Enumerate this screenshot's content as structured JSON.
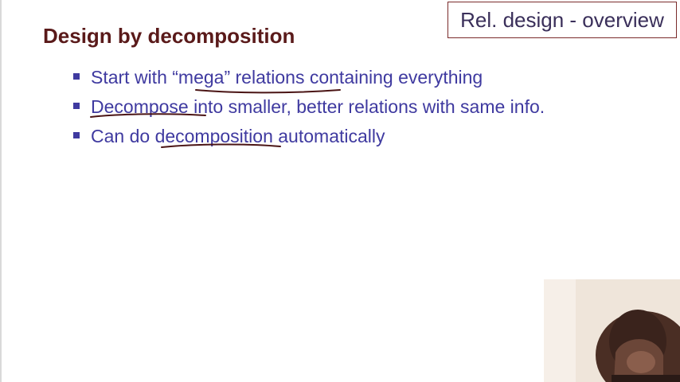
{
  "section_label": "Rel. design - overview",
  "title": "Design by decomposition",
  "bullets": [
    {
      "pre": "Start with “",
      "mark": "mega” relations",
      "post": " containing everything"
    },
    {
      "pre": "",
      "mark": "Decompose",
      "post": " into smaller, better relations with same info."
    },
    {
      "pre": "Can do ",
      "mark": "decomposition",
      "post": " automatically"
    }
  ],
  "colors": {
    "title": "#5a1a1a",
    "bullet_text": "#3f3aa0",
    "section_border": "#7a2b2b",
    "ink": "#4a1414"
  }
}
